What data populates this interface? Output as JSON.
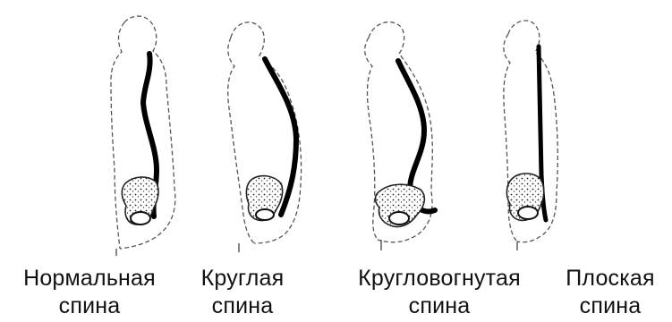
{
  "figures": [
    {
      "line1": "Нормальная",
      "line2": "спина"
    },
    {
      "line1": "Круглая",
      "line2": "спина"
    },
    {
      "line1": "Кругловогнутая",
      "line2": "спина"
    },
    {
      "line1": "Плоская",
      "line2": "спина"
    }
  ]
}
